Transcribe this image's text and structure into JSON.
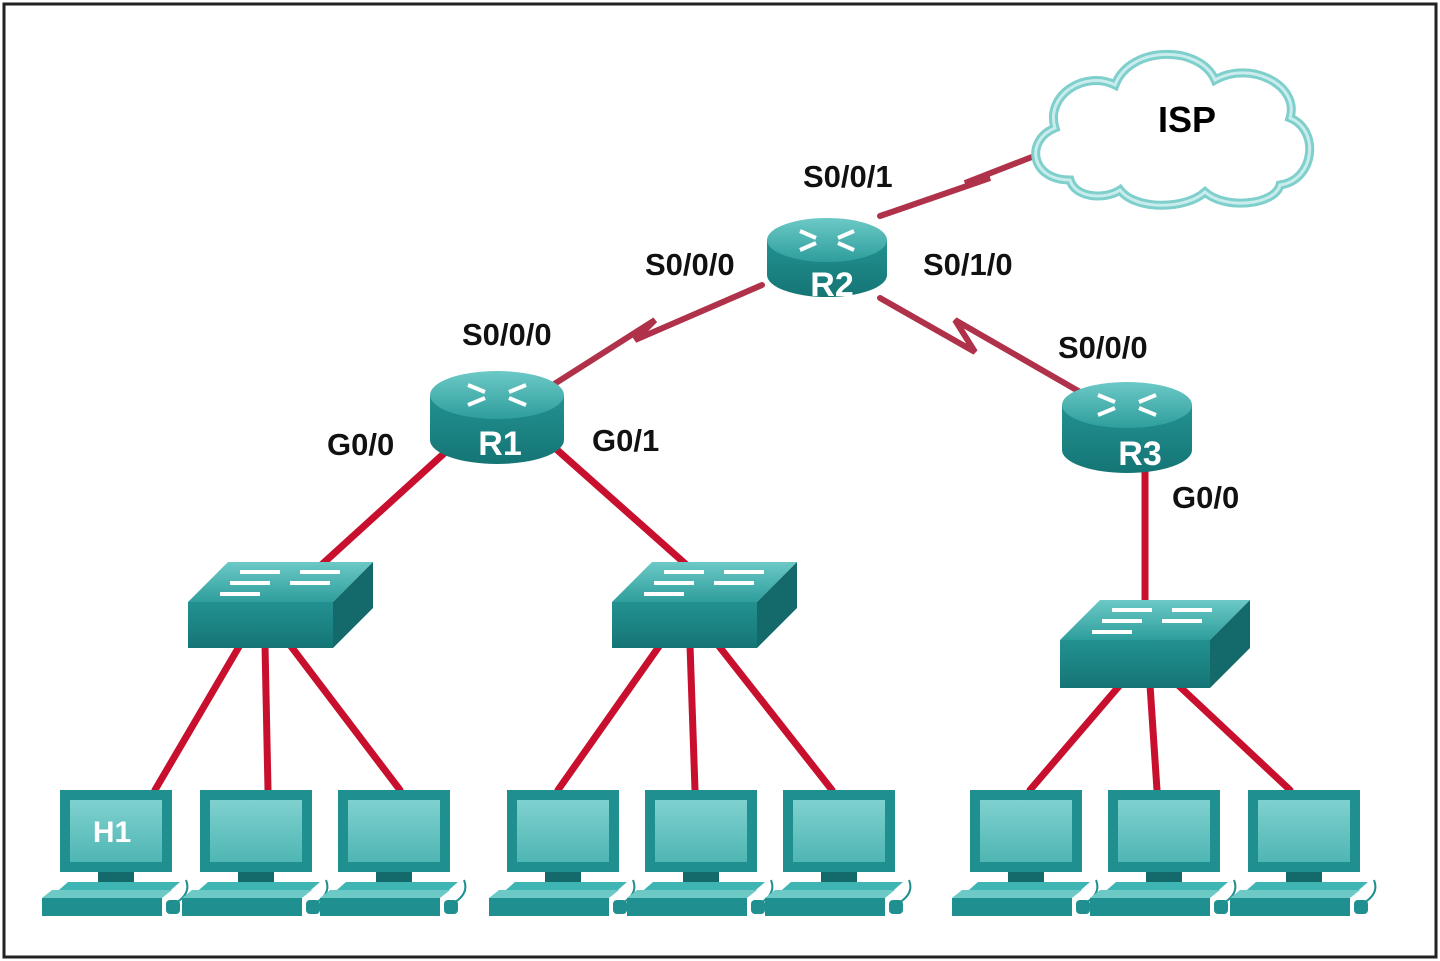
{
  "cloud": {
    "label": "ISP"
  },
  "routers": {
    "r1": {
      "label": "R1"
    },
    "r2": {
      "label": "R2"
    },
    "r3": {
      "label": "R3"
    }
  },
  "interfaces": {
    "r2_s001": "S0/0/1",
    "r2_s000": "S0/0/0",
    "r2_s010": "S0/1/0",
    "r1_s000": "S0/0/0",
    "r1_g00": "G0/0",
    "r1_g01": "G0/1",
    "r3_s000": "S0/0/0",
    "r3_g00": "G0/0"
  },
  "hosts": {
    "h1": "H1"
  },
  "colors": {
    "device": "#1f8f8f",
    "device_light": "#3fb5b3",
    "device_dark": "#146a6a",
    "link": "#c8102e",
    "serial_link": "#b0324a"
  }
}
